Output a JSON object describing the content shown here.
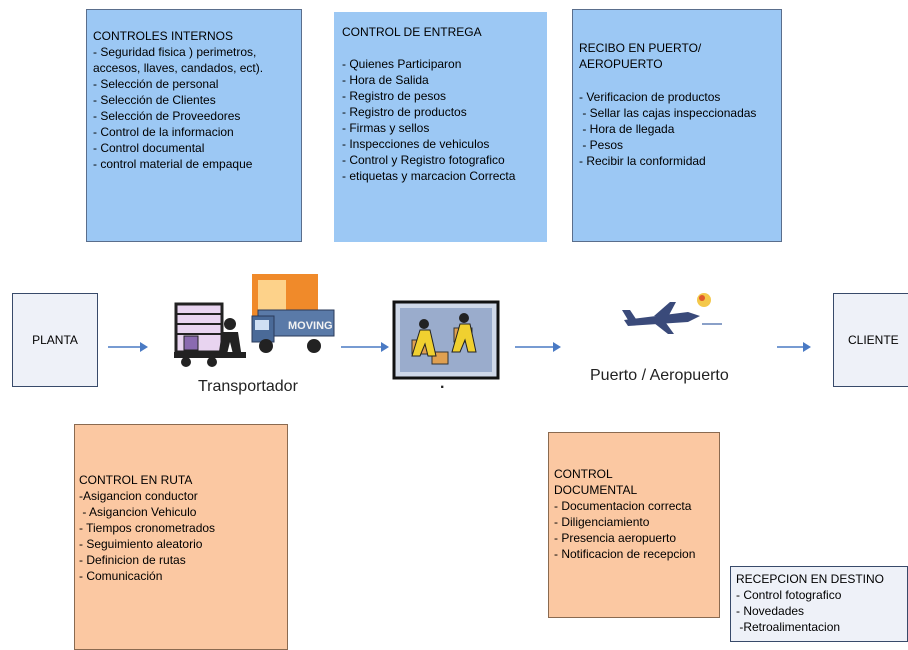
{
  "controles_internos": {
    "title": "CONTROLES INTERNOS",
    "items": [
      "- Seguridad fisica ) perimetros,",
      "accesos, llaves, candados, ect).",
      "- Selección de personal",
      "- Selección de Clientes",
      "- Selección de Proveedores",
      "- Control de la informacion",
      "- Control documental",
      "- control material de empaque"
    ]
  },
  "control_entrega": {
    "title": "CONTROL DE ENTREGA",
    "items": [
      "- Quienes Participaron",
      "- Hora de Salida",
      "- Registro de pesos",
      "- Registro de productos",
      "- Firmas y sellos",
      "- Inspecciones de vehiculos",
      "- Control y Registro fotografico",
      "- etiquetas y marcacion Correcta"
    ]
  },
  "recibo_puerto": {
    "title": "RECIBO EN PUERTO/\nAEROPUERTO",
    "items": [
      "- Verificacion de productos",
      " - Sellar las cajas inspeccionadas",
      " - Hora de llegada",
      " - Pesos",
      "- Recibir la conformidad"
    ]
  },
  "planta": {
    "label": "PLANTA"
  },
  "cliente": {
    "label": "CLIENTE"
  },
  "transportador": {
    "label": "Transportador",
    "truck_text": "MOVING"
  },
  "puerto": {
    "label": "Puerto / Aeropuerto"
  },
  "warehouse": {
    "label": "."
  },
  "control_ruta": {
    "title": "CONTROL EN RUTA",
    "items": [
      "-Asigancion conductor",
      " - Asigancion Vehiculo",
      "- Tiempos cronometrados",
      "- Seguimiento aleatorio",
      "- Definicion de rutas",
      "- Comunicación"
    ]
  },
  "control_documental": {
    "title": "CONTROL\nDOCUMENTAL",
    "items": [
      "- Documentacion correcta",
      "- Diligenciamiento",
      "- Presencia aeropuerto",
      "- Notificacion de recepcion"
    ]
  },
  "recepcion_destino": {
    "title": "RECEPCION EN DESTINO",
    "items": [
      "- Control fotografico",
      "- Novedades",
      " -Retroalimentacion"
    ]
  },
  "colors": {
    "blue_box": "#9cc8f4",
    "orange_box": "#fbc8a2",
    "pale_box": "#eef1f8",
    "arrow": "#4a7ac4"
  }
}
